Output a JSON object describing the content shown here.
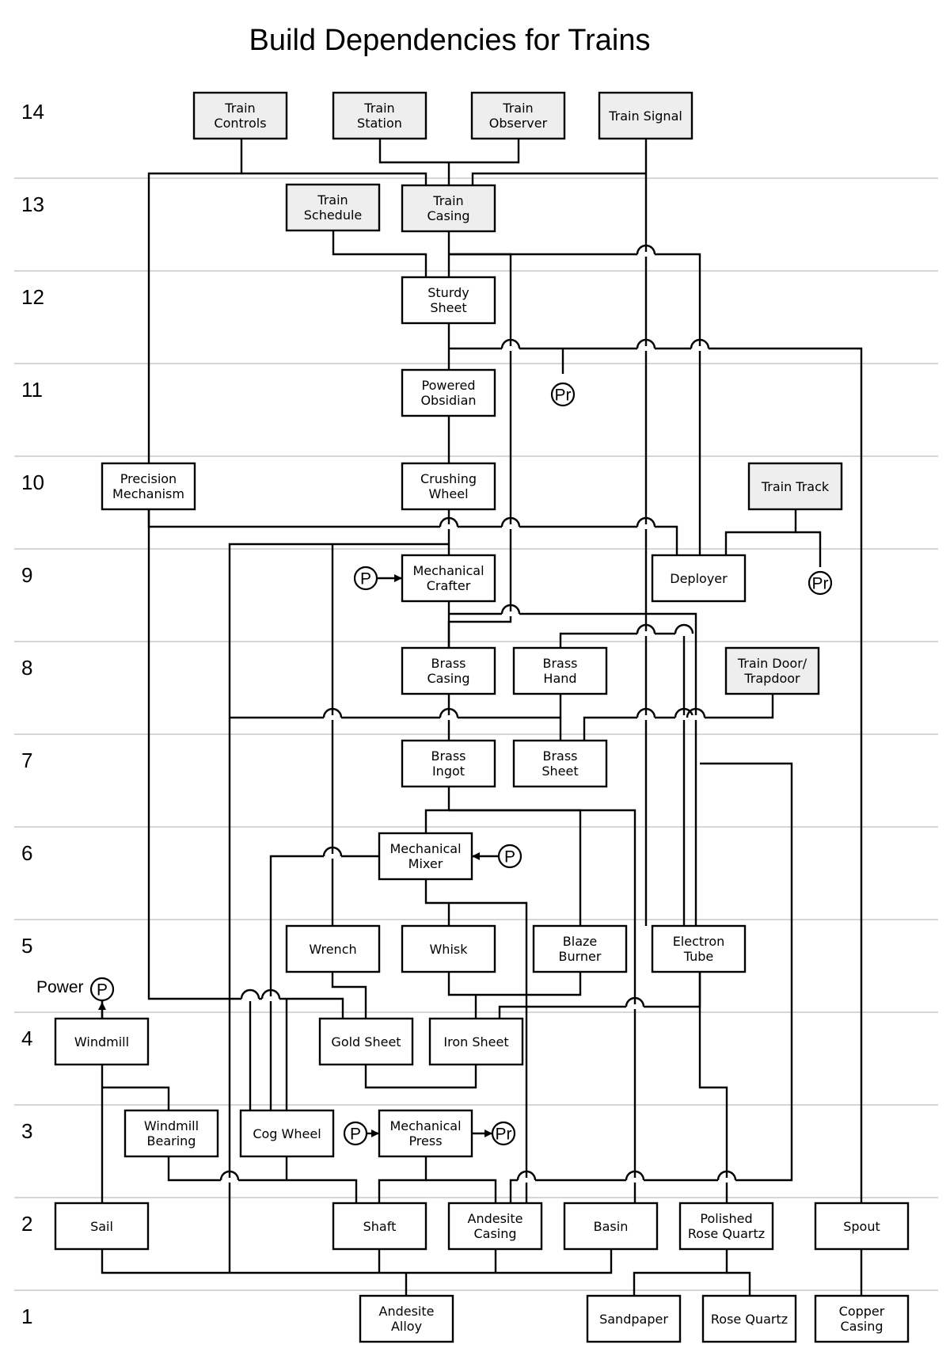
{
  "title": "Build Dependencies for Trains",
  "tiers": [
    "14",
    "13",
    "12",
    "11",
    "10",
    "9",
    "8",
    "7",
    "6",
    "5",
    "4",
    "3",
    "2",
    "1"
  ],
  "power_label": "Power",
  "symbols": {
    "power": "P",
    "processing": "Pr"
  },
  "colors": {
    "final_product_fill": "#eeeeee",
    "component_fill": "#ffffff",
    "line": "#000000",
    "tier_separator": "#c8c8c8"
  },
  "nodes": [
    {
      "id": "train-controls",
      "lines": [
        "Train",
        "Controls"
      ],
      "tier": "14",
      "final": true
    },
    {
      "id": "train-station",
      "lines": [
        "Train",
        "Station"
      ],
      "tier": "14",
      "final": true
    },
    {
      "id": "train-observer",
      "lines": [
        "Train",
        "Observer"
      ],
      "tier": "14",
      "final": true
    },
    {
      "id": "train-signal",
      "lines": [
        "Train Signal"
      ],
      "tier": "14",
      "final": true
    },
    {
      "id": "train-schedule",
      "lines": [
        "Train",
        "Schedule"
      ],
      "tier": "13",
      "final": true
    },
    {
      "id": "train-casing",
      "lines": [
        "Train",
        "Casing"
      ],
      "tier": "13",
      "final": true
    },
    {
      "id": "sturdy-sheet",
      "lines": [
        "Sturdy",
        "Sheet"
      ],
      "tier": "12",
      "final": false
    },
    {
      "id": "powered-obsidian",
      "lines": [
        "Powered",
        "Obsidian"
      ],
      "tier": "11",
      "final": false
    },
    {
      "id": "precision-mechanism",
      "lines": [
        "Precision",
        "Mechanism"
      ],
      "tier": "10",
      "final": false
    },
    {
      "id": "crushing-wheel",
      "lines": [
        "Crushing",
        "Wheel"
      ],
      "tier": "10",
      "final": false
    },
    {
      "id": "train-track",
      "lines": [
        "Train Track"
      ],
      "tier": "10",
      "final": true
    },
    {
      "id": "mechanical-crafter",
      "lines": [
        "Mechanical",
        "Crafter"
      ],
      "tier": "9",
      "final": false
    },
    {
      "id": "deployer",
      "lines": [
        "Deployer"
      ],
      "tier": "9",
      "final": false
    },
    {
      "id": "brass-casing",
      "lines": [
        "Brass",
        "Casing"
      ],
      "tier": "8",
      "final": false
    },
    {
      "id": "brass-hand",
      "lines": [
        "Brass",
        "Hand"
      ],
      "tier": "8",
      "final": false
    },
    {
      "id": "train-door",
      "lines": [
        "Train Door/",
        "Trapdoor"
      ],
      "tier": "8",
      "final": true
    },
    {
      "id": "brass-ingot",
      "lines": [
        "Brass",
        "Ingot"
      ],
      "tier": "7",
      "final": false
    },
    {
      "id": "brass-sheet",
      "lines": [
        "Brass",
        "Sheet"
      ],
      "tier": "7",
      "final": false
    },
    {
      "id": "mechanical-mixer",
      "lines": [
        "Mechanical",
        "Mixer"
      ],
      "tier": "6",
      "final": false
    },
    {
      "id": "wrench",
      "lines": [
        "Wrench"
      ],
      "tier": "5",
      "final": false
    },
    {
      "id": "whisk",
      "lines": [
        "Whisk"
      ],
      "tier": "5",
      "final": false
    },
    {
      "id": "blaze-burner",
      "lines": [
        "Blaze",
        "Burner"
      ],
      "tier": "5",
      "final": false
    },
    {
      "id": "electron-tube",
      "lines": [
        "Electron",
        "Tube"
      ],
      "tier": "5",
      "final": false
    },
    {
      "id": "windmill",
      "lines": [
        "Windmill"
      ],
      "tier": "4",
      "final": false
    },
    {
      "id": "gold-sheet",
      "lines": [
        "Gold Sheet"
      ],
      "tier": "4",
      "final": false
    },
    {
      "id": "iron-sheet",
      "lines": [
        "Iron Sheet"
      ],
      "tier": "4",
      "final": false
    },
    {
      "id": "windmill-bearing",
      "lines": [
        "Windmill",
        "Bearing"
      ],
      "tier": "3",
      "final": false
    },
    {
      "id": "cog-wheel",
      "lines": [
        "Cog Wheel"
      ],
      "tier": "3",
      "final": false
    },
    {
      "id": "mechanical-press",
      "lines": [
        "Mechanical",
        "Press"
      ],
      "tier": "3",
      "final": false
    },
    {
      "id": "sail",
      "lines": [
        "Sail"
      ],
      "tier": "2",
      "final": false
    },
    {
      "id": "shaft",
      "lines": [
        "Shaft"
      ],
      "tier": "2",
      "final": false
    },
    {
      "id": "andesite-casing",
      "lines": [
        "Andesite",
        "Casing"
      ],
      "tier": "2",
      "final": false
    },
    {
      "id": "basin",
      "lines": [
        "Basin"
      ],
      "tier": "2",
      "final": false
    },
    {
      "id": "polished-rose-quartz",
      "lines": [
        "Polished",
        "Rose Quartz"
      ],
      "tier": "2",
      "final": false
    },
    {
      "id": "spout",
      "lines": [
        "Spout"
      ],
      "tier": "2",
      "final": false
    },
    {
      "id": "andesite-alloy",
      "lines": [
        "Andesite",
        "Alloy"
      ],
      "tier": "1",
      "final": false
    },
    {
      "id": "sandpaper",
      "lines": [
        "Sandpaper"
      ],
      "tier": "1",
      "final": false
    },
    {
      "id": "rose-quartz",
      "lines": [
        "Rose Quartz"
      ],
      "tier": "1",
      "final": false
    },
    {
      "id": "copper-casing",
      "lines": [
        "Copper",
        "Casing"
      ],
      "tier": "1",
      "final": false
    }
  ]
}
